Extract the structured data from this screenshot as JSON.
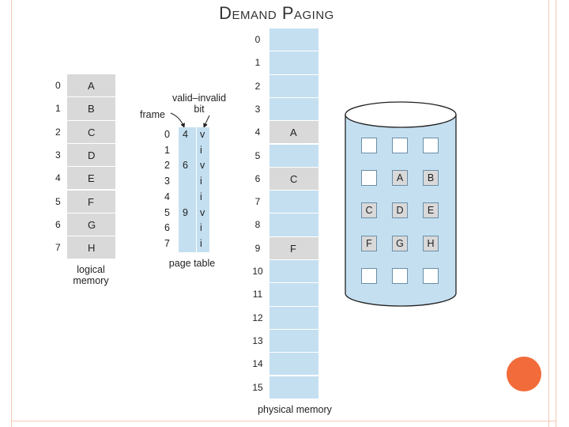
{
  "title": "Demand Paging",
  "logical_memory": {
    "caption": "logical\nmemory",
    "pages": [
      {
        "index": "0",
        "label": "A"
      },
      {
        "index": "1",
        "label": "B"
      },
      {
        "index": "2",
        "label": "C"
      },
      {
        "index": "3",
        "label": "D"
      },
      {
        "index": "4",
        "label": "E"
      },
      {
        "index": "5",
        "label": "F"
      },
      {
        "index": "6",
        "label": "G"
      },
      {
        "index": "7",
        "label": "H"
      }
    ]
  },
  "page_table": {
    "caption": "page table",
    "frame_label": "frame",
    "valid_invalid_label": "valid–invalid\nbit",
    "entries": [
      {
        "index": "0",
        "frame": "4",
        "bit": "v"
      },
      {
        "index": "1",
        "frame": "",
        "bit": "i"
      },
      {
        "index": "2",
        "frame": "6",
        "bit": "v"
      },
      {
        "index": "3",
        "frame": "",
        "bit": "i"
      },
      {
        "index": "4",
        "frame": "",
        "bit": "i"
      },
      {
        "index": "5",
        "frame": "9",
        "bit": "v"
      },
      {
        "index": "6",
        "frame": "",
        "bit": "i"
      },
      {
        "index": "7",
        "frame": "",
        "bit": "i"
      }
    ]
  },
  "physical_memory": {
    "caption": "physical memory",
    "frames": [
      {
        "index": "0",
        "label": ""
      },
      {
        "index": "1",
        "label": ""
      },
      {
        "index": "2",
        "label": ""
      },
      {
        "index": "3",
        "label": ""
      },
      {
        "index": "4",
        "label": "A"
      },
      {
        "index": "5",
        "label": ""
      },
      {
        "index": "6",
        "label": "C"
      },
      {
        "index": "7",
        "label": ""
      },
      {
        "index": "8",
        "label": ""
      },
      {
        "index": "9",
        "label": "F"
      },
      {
        "index": "10",
        "label": ""
      },
      {
        "index": "11",
        "label": ""
      },
      {
        "index": "12",
        "label": ""
      },
      {
        "index": "13",
        "label": ""
      },
      {
        "index": "14",
        "label": ""
      },
      {
        "index": "15",
        "label": ""
      }
    ]
  },
  "disk": {
    "rows": [
      [
        "",
        "",
        ""
      ],
      [
        "",
        "A",
        "B"
      ],
      [
        "C",
        "D",
        "E"
      ],
      [
        "F",
        "G",
        "H"
      ],
      [
        "",
        "",
        ""
      ]
    ]
  },
  "colors": {
    "memory_gray": "#d9d9d9",
    "light_blue": "#c4dff0",
    "accent": "#f26b3a"
  }
}
